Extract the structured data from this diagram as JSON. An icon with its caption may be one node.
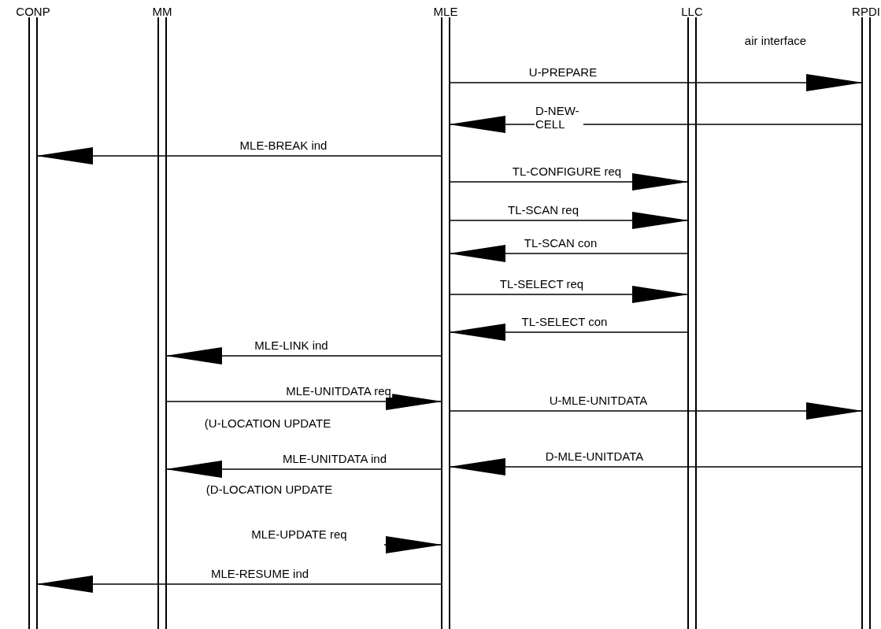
{
  "diagram": {
    "nodes": [
      {
        "text": [
          "CONP"
        ]
      },
      {
        "text": [
          "MM"
        ]
      },
      {
        "text": [
          "MLE"
        ]
      },
      {
        "text": [
          "LLC"
        ]
      },
      {
        "text": [
          "RPDI"
        ]
      }
    ],
    "edges": [
      {
        "from": 2,
        "to": 4,
        "arrow": "to",
        "label": "U-PREPARE"
      },
      {
        "from": 4,
        "to": 2,
        "arrow": "to",
        "label": "D-NEW-CELL"
      },
      {
        "from": 2,
        "to": 0,
        "arrow": "to",
        "label": "MLE-BREAK ind"
      },
      {
        "from": 2,
        "to": 3,
        "arrow": "to",
        "label": "TL-CONFIGURE req"
      },
      {
        "from": 2,
        "to": 3,
        "arrow": "to",
        "label": "TL-SCAN req"
      },
      {
        "from": 3,
        "to": 2,
        "arrow": "to",
        "label": "TL-SCAN con"
      },
      {
        "from": 2,
        "to": 3,
        "arrow": "to",
        "label": "TL-SELECT req"
      },
      {
        "from": 3,
        "to": 2,
        "arrow": "to",
        "label": "TL-SELECT con"
      },
      {
        "from": 2,
        "to": 1,
        "arrow": "to",
        "label": "MLE-LINK ind"
      },
      {
        "from": 1,
        "to": 2,
        "arrow": "to",
        "label": "MLE-UNITDATA req"
      },
      {
        "from": 2,
        "to": 4,
        "arrow": "to",
        "label": "U-MLE-UNITDATA"
      },
      {
        "from": 4,
        "to": 2,
        "arrow": "to",
        "label": "D-MLE-UNITDATA"
      },
      {
        "from": 2,
        "to": 1,
        "arrow": "to",
        "label": "MLE-UNITDATA ind"
      },
      {
        "from": null,
        "to": 2,
        "arrow": "to",
        "label": "MLE-UPDATE req"
      },
      {
        "from": 2,
        "to": 0,
        "arrow": "to",
        "label": "MLE-RESUME ind"
      }
    ],
    "labels": [
      "air interface",
      "(U-LOCATION UPDATE",
      "(D-LOCATION UPDATE"
    ]
  }
}
